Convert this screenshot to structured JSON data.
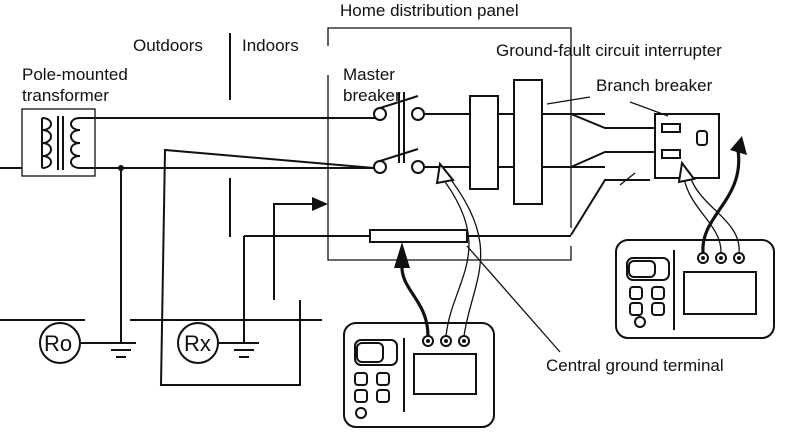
{
  "labels": {
    "panel": "Home distribution panel",
    "outdoors": "Outdoors",
    "indoors": "Indoors",
    "transformer_1": "Pole-mounted",
    "transformer_2": "transformer",
    "master_1": "Master",
    "master_2": "breaker",
    "gfci": "Ground-fault circuit interrupter",
    "branch": "Branch breaker",
    "central_ground": "Central ground terminal",
    "ro": "Ro",
    "rx": "Rx"
  }
}
